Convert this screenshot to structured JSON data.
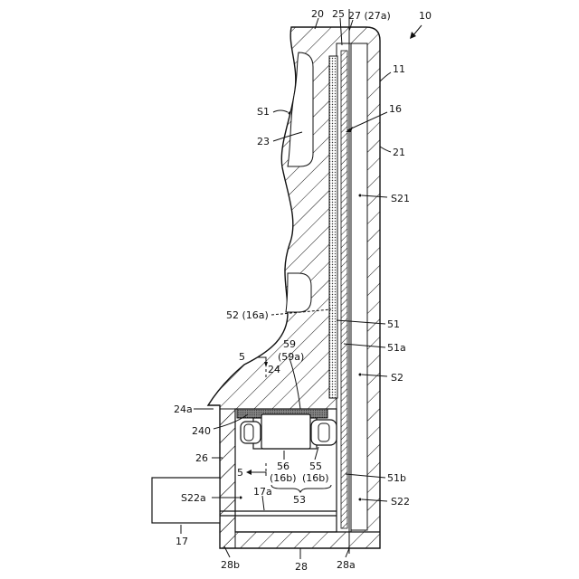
{
  "labels": {
    "l20": "20",
    "l25": "25",
    "l27": "27 (27a)",
    "l10": "10",
    "l11": "11",
    "lS1": "S1",
    "l16": "16",
    "l23": "23",
    "l21": "21",
    "lS21": "S21",
    "l52": "52 (16a)",
    "l51": "51",
    "l51a": "51a",
    "l59": "59",
    "l59a": "(59a)",
    "l5top": "5",
    "l24": "24",
    "lS2": "S2",
    "l24a": "24a",
    "l240": "240",
    "l26": "26",
    "l56": "56",
    "l55": "55",
    "l16b1": "(16b)",
    "l16b2": "(16b)",
    "l5bot": "5",
    "l51b": "51b",
    "l53": "53",
    "lS22a": "S22a",
    "l17a": "17a",
    "lS22": "S22",
    "l17": "17",
    "l28b": "28b",
    "l28": "28",
    "l28a": "28a"
  }
}
